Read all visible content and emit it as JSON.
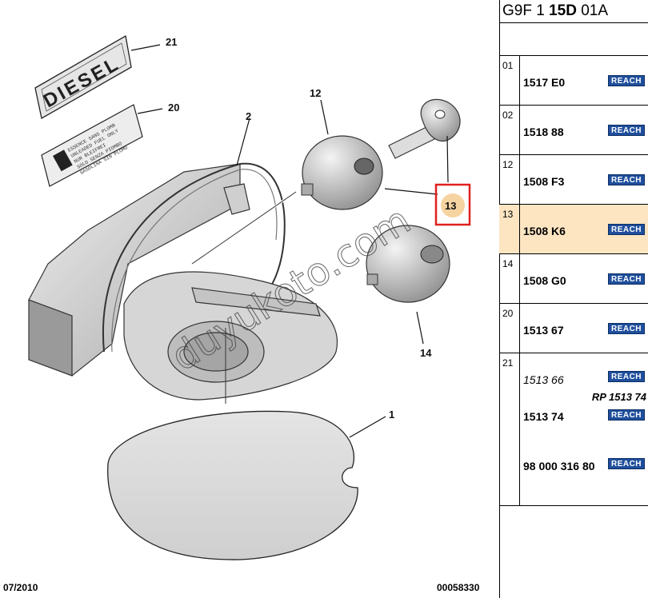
{
  "footer": {
    "date": "07/2010",
    "ref": "00058330"
  },
  "diagram": {
    "callouts": [
      "21",
      "20",
      "2",
      "12",
      "13",
      "14",
      "1"
    ],
    "highlighted_callout": "13",
    "diesel_plate_text": "DIESEL",
    "label_plate_text": [
      "ESSENCE SANS PLOMB",
      "UNLEADED FUEL ONLY",
      "NUR BLEIFREI",
      "SOLO SENZA PIOMBO",
      "GASOLINA SIN PLOMO"
    ],
    "watermark": "duyukoto.com"
  },
  "panel": {
    "header": {
      "prefix": "G9F 1 ",
      "bold": "15D",
      "suffix": " 01A"
    },
    "rows": [
      {
        "code": "01",
        "part": "1517 E0",
        "reach": "REACH"
      },
      {
        "code": "02",
        "part": "1518 88",
        "reach": "REACH"
      },
      {
        "code": "12",
        "part": "1508 F3",
        "reach": "REACH"
      },
      {
        "code": "13",
        "part": "1508 K6",
        "reach": "REACH",
        "selected": true
      },
      {
        "code": "14",
        "part": "1508 G0",
        "reach": "REACH"
      },
      {
        "code": "20",
        "part": "1513 67",
        "reach": "REACH"
      },
      {
        "code": "21",
        "part_old": "1513 66",
        "reach_old": "REACH",
        "rp": "RP 1513 74",
        "part": "1513 74",
        "reach": "REACH",
        "part2": "98 000 316 80",
        "reach2": "REACH"
      }
    ]
  },
  "colors": {
    "highlight_box": "#e02020",
    "selected_row": "#fde5c2",
    "reach_badge": "#1f4f9c",
    "marker": "#f3c98a"
  }
}
